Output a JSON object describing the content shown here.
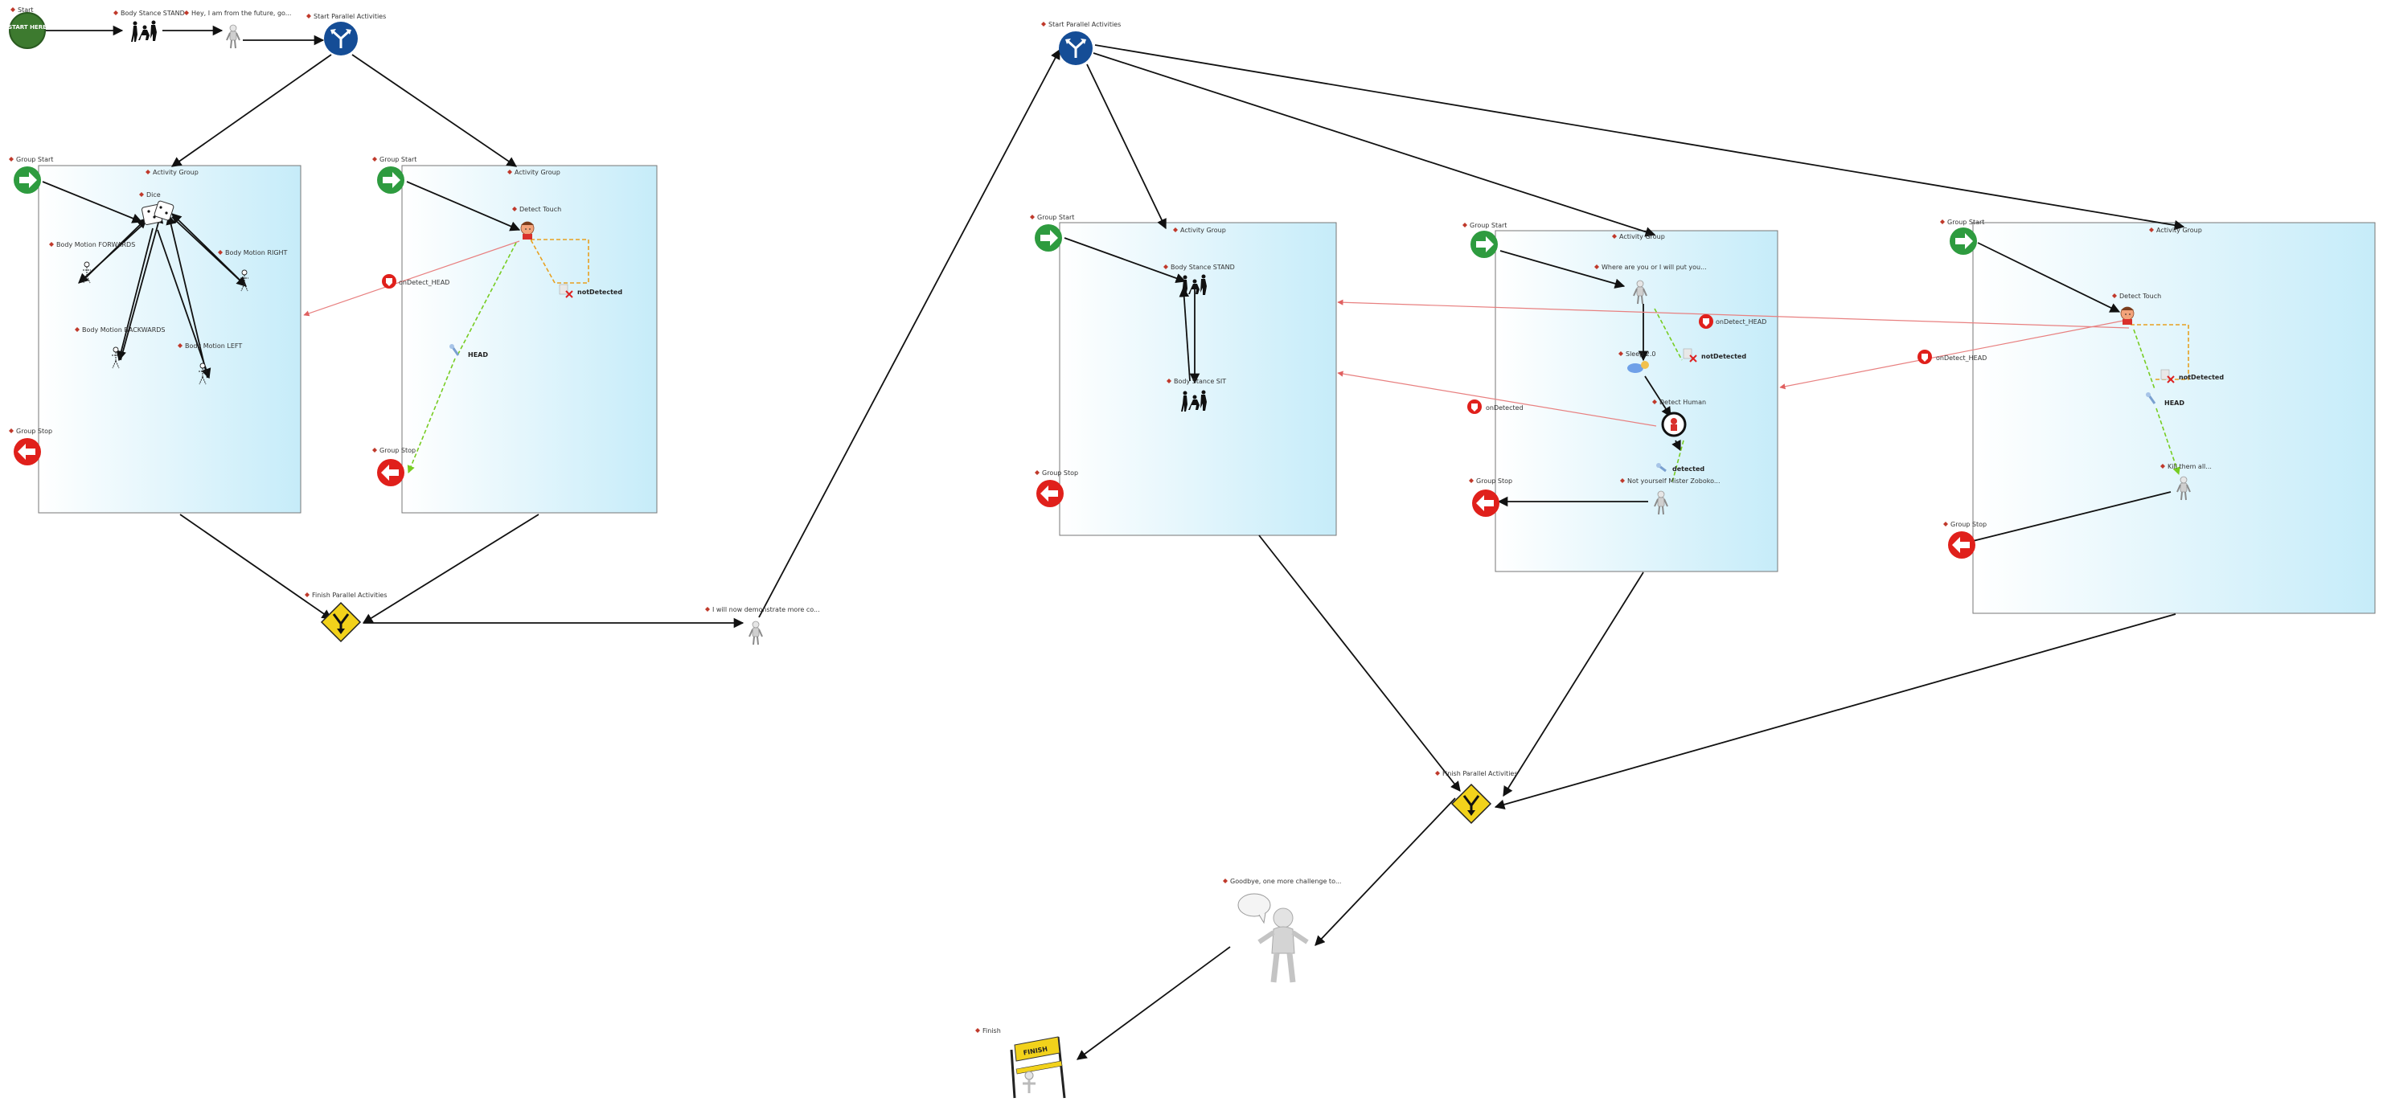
{
  "diagram": {
    "nodes": {
      "start": "Start",
      "body_stand_1": "Body Stance STAND",
      "say_hey": "Hey, I am from the future, go...",
      "start_parallel_1": "Start Parallel Activities",
      "g1_start": "Group Start",
      "g1_title": "Activity Group",
      "g1_dice": "Dice",
      "g1_forwards": "Body Motion FORWARDS",
      "g1_right": "Body Motion RIGHT",
      "g1_backwards": "Body Motion BACKWARDS",
      "g1_left": "Body Motion LEFT",
      "g1_stop": "Group Stop",
      "g2_start": "Group Start",
      "g2_title": "Activity Group",
      "g2_touch": "Detect Touch",
      "g2_not_detected": "notDetected",
      "g2_head": "HEAD",
      "g2_stop": "Group Stop",
      "g2_on_detect": "onDetect_HEAD",
      "finish_parallel_1": "Finish Parallel Activities",
      "say_demonstrate": "I will now demonstrate more co...",
      "start_parallel_2": "Start Parallel Activities",
      "g3_start": "Group Start",
      "g3_title": "Activity Group",
      "g3_stand": "Body Stance STAND",
      "g3_sit": "Body Stance SIT",
      "g3_stop": "Group Stop",
      "g4_start": "Group Start",
      "g4_title": "Activity Group",
      "g4_where": "Where are you or I will put you...",
      "g4_sleep": "Sleep 2.0",
      "g4_not_detected": "notDetected",
      "g4_detect_human": "Detect Human",
      "g4_detected": "detected",
      "g4_not_yourself": "Not yourself Mister Zoboko...",
      "g4_stop": "Group Stop",
      "g4_on_detect_head": "onDetect_HEAD",
      "g4_on_detected": "onDetected",
      "g5_start": "Group Start",
      "g5_title": "Activity Group",
      "g5_touch": "Detect Touch",
      "g5_not_detected": "notDetected",
      "g5_head": "HEAD",
      "g5_kill": "Kill them all...",
      "g5_stop": "Group Stop",
      "g5_on_detect": "onDetect_HEAD",
      "finish_parallel_2": "Finish Parallel Activities",
      "goodbye": "Goodbye, one more challenge to...",
      "finish": "Finish",
      "start_icon_text": "START HERE",
      "finish_icon_text": "FINISH"
    },
    "colors": {
      "start_green": "#3d7a2f",
      "group_start_green": "#2e9b3f",
      "group_stop_red": "#e0201b",
      "parallel_blue": "#154d96",
      "finish_yellow": "#f2d21b",
      "group_fill": "#c9eef9",
      "event_red": "#e8504f",
      "event_line": "#e88080",
      "true_green": "#77cc22",
      "false_orange": "#e8a020"
    }
  }
}
